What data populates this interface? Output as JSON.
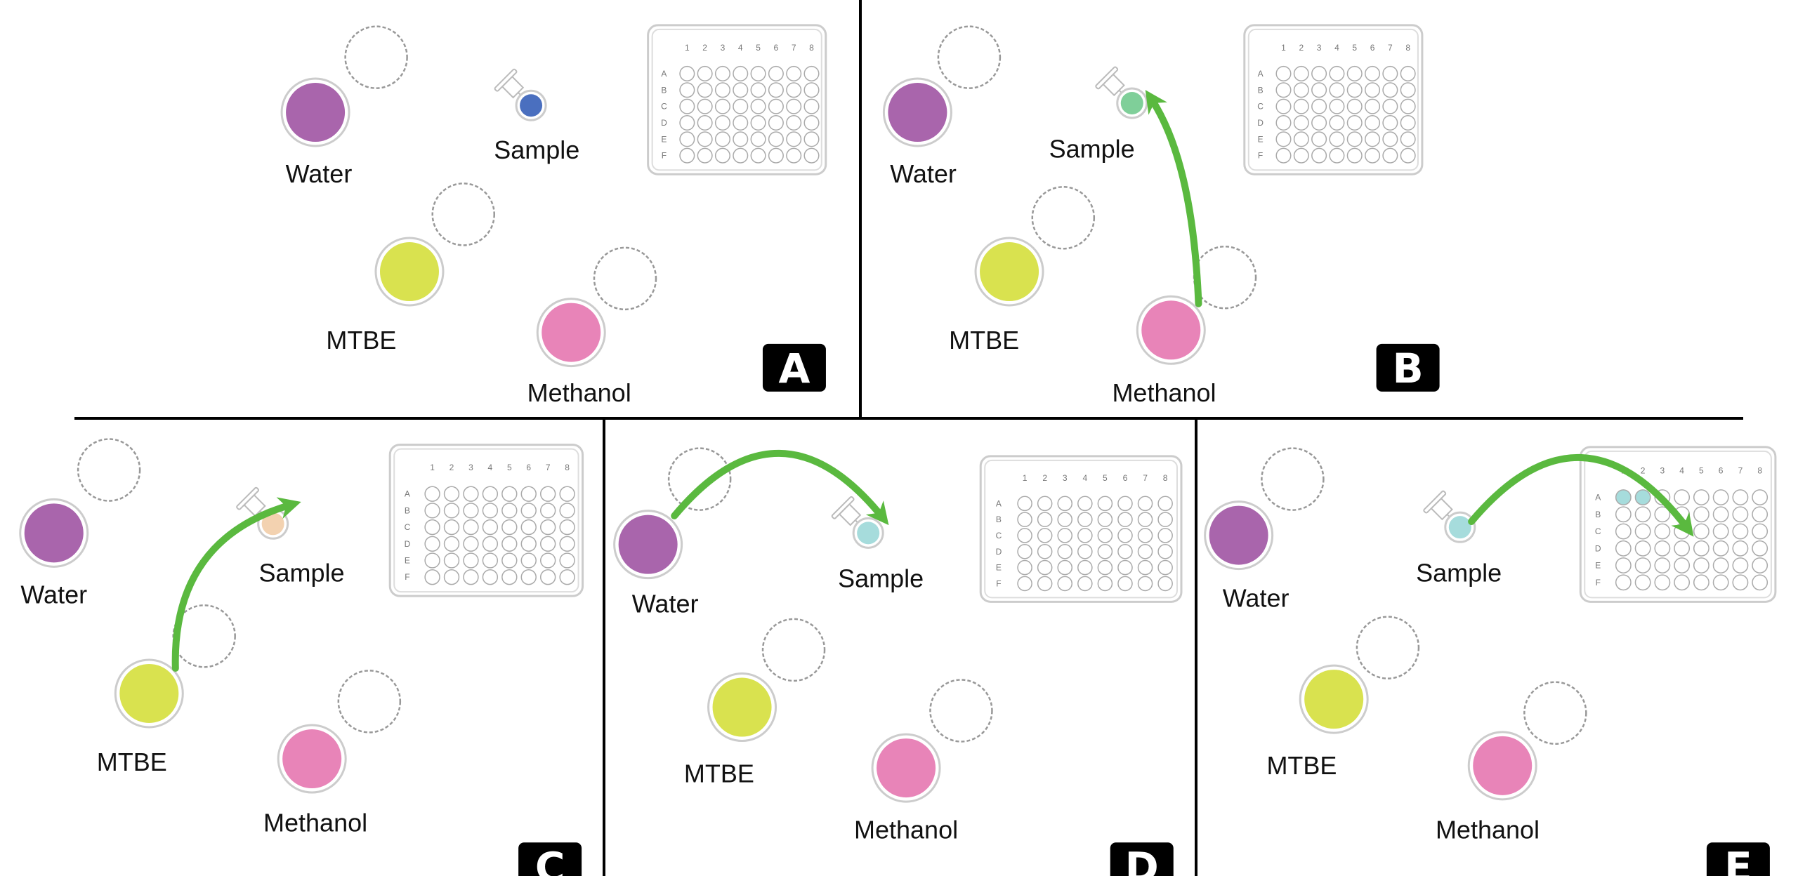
{
  "colors": {
    "water": "#a965ac",
    "mtbe": "#d9e24f",
    "methanol": "#e884b8",
    "arrow": "#5ab93f",
    "divider": "#000000",
    "badge": "#000000"
  },
  "plate": {
    "columns": [
      "1",
      "2",
      "3",
      "4",
      "5",
      "6",
      "7",
      "8"
    ],
    "rows": [
      "A",
      "B",
      "C",
      "D",
      "E",
      "F"
    ]
  },
  "panels": [
    {
      "badge": "A",
      "water": "Water",
      "mtbe": "MTBE",
      "methanol": "Methanol",
      "sample": "Sample",
      "sample_color": "#4a6fbf",
      "filled_wells": [],
      "arrow": "none"
    },
    {
      "badge": "B",
      "water": "Water",
      "mtbe": "MTBE",
      "methanol": "Methanol",
      "sample": "Sample",
      "sample_color": "#7fcf99",
      "filled_wells": [],
      "arrow": "methanol-to-sample"
    },
    {
      "badge": "C",
      "water": "Water",
      "mtbe": "MTBE",
      "methanol": "Methanol",
      "sample": "Sample",
      "sample_color": "#f3d2b0",
      "filled_wells": [],
      "arrow": "mtbe-to-sample"
    },
    {
      "badge": "D",
      "water": "Water",
      "mtbe": "MTBE",
      "methanol": "Methanol",
      "sample": "Sample",
      "sample_color": "#a6dcdc",
      "filled_wells": [],
      "arrow": "water-to-sample"
    },
    {
      "badge": "E",
      "water": "Water",
      "mtbe": "MTBE",
      "methanol": "Methanol",
      "sample": "Sample",
      "sample_color": "#a6dcdc",
      "filled_wells": [
        "A1",
        "A2"
      ],
      "arrow": "sample-to-plate"
    }
  ]
}
